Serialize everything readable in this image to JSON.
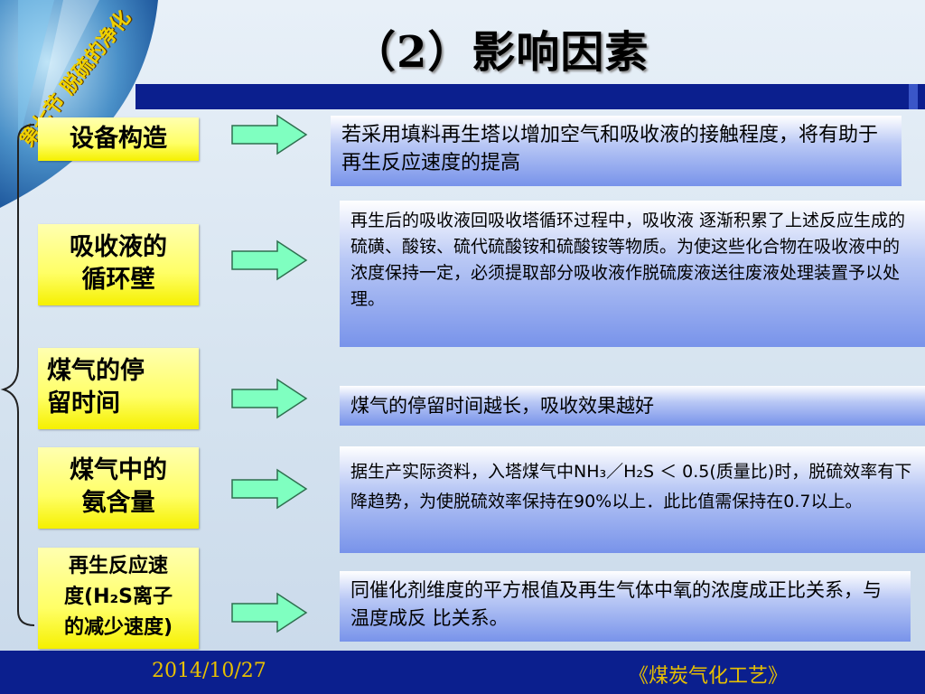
{
  "slide": {
    "title": "（2）影响因素",
    "corner_text": "第七节 脱硫的净化"
  },
  "factors": [
    {
      "lines": [
        "设备构造"
      ]
    },
    {
      "lines": [
        "吸收液的",
        "循环壁"
      ]
    },
    {
      "lines": [
        "煤气的停",
        "留时间"
      ]
    },
    {
      "lines": [
        "煤气中的",
        "氨含量"
      ]
    },
    {
      "lines": [
        "再生反应速",
        "度(H₂S离子",
        "的减少速度)"
      ]
    }
  ],
  "descriptions": [
    {
      "text": "若采用填料再生塔以增加空气和吸收液的接触程度，将有助于再生反应速度的提高"
    },
    {
      "text": "再生后的吸收液回吸收塔循环过程中，吸收液 逐渐积累了上述反应生成的硫磺、酸铵、硫代硫酸铵和硫酸铵等物质。为使这些化合物在吸收液中的浓度保持一定，必须提取部分吸收液作脱硫废液送往废液处理装置予以处理。"
    },
    {
      "text": "煤气的停留时间越长，吸收效果越好"
    },
    {
      "text": " 据生产实际资料，入塔煤气中NH₃／H₂S ＜ 0.5(质量比)时，脱硫效率有下降趋势，为使脱硫效率保持在90%以上．此比值需保持在0.7以上。"
    },
    {
      "text": "同催化剂维度的平方根值及再生气体中氧的浓度成正比关系，与温度成反 比关系。"
    }
  ],
  "footer": {
    "date": "2014/10/27",
    "course": "《煤炭气化工艺》"
  },
  "colors": {
    "band": "#0b1f8e",
    "factor_yellow": "#ffff66",
    "arrow_green": "#7fffc0",
    "footer_text": "#e8c000"
  }
}
